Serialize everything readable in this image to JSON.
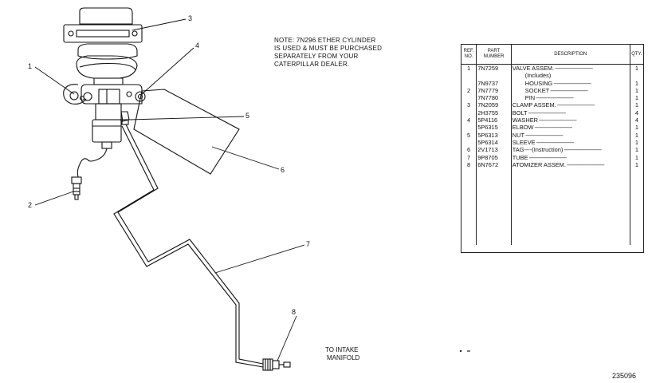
{
  "note": {
    "lines": [
      "NOTE: 7N296 ETHER CYLINDER",
      "IS USED & MUST BE PURCHASED",
      "SEPARATELY FROM YOUR",
      "CATERPILLAR DEALER."
    ]
  },
  "callouts": [
    "1",
    "2",
    "3",
    "4",
    "5",
    "6",
    "7",
    "8"
  ],
  "intake_label": [
    "TO INTAKE",
    "MANIFOLD"
  ],
  "drawing_number": "235096",
  "parts_table": {
    "headers": {
      "ref": "REF. NO.",
      "part": "PART NUMBER",
      "description": "DESCRIPTION",
      "qty": "QTY."
    },
    "rows": [
      {
        "ref": "1",
        "part": "7N7259",
        "desc": "VALVE ASSEM.",
        "indent": 0,
        "qty": "1"
      },
      {
        "ref": "",
        "part": "",
        "desc": "(Includes)",
        "indent": 2,
        "qty": ""
      },
      {
        "ref": "",
        "part": "7N9737",
        "desc": "HOUSING",
        "indent": 2,
        "qty": "1"
      },
      {
        "ref": "2",
        "part": "7N7779",
        "desc": "SOCKET",
        "indent": 2,
        "qty": "1"
      },
      {
        "ref": "",
        "part": "7N7780",
        "desc": "PIN",
        "indent": 2,
        "qty": "1"
      },
      {
        "ref": "3",
        "part": "7N2059",
        "desc": "CLAMP ASSEM.",
        "indent": 0,
        "qty": "1"
      },
      {
        "ref": "",
        "part": "2H3755",
        "desc": "BOLT",
        "indent": 0,
        "qty": "4"
      },
      {
        "ref": "4",
        "part": "5P4116",
        "desc": "WASHER",
        "indent": 0,
        "qty": "4"
      },
      {
        "ref": "",
        "part": "5P6315",
        "desc": "ELBOW",
        "indent": 0,
        "qty": "1"
      },
      {
        "ref": "5",
        "part": "5P6313",
        "desc": "NUT",
        "indent": 0,
        "qty": "1"
      },
      {
        "ref": "",
        "part": "5P6314",
        "desc": "SLEEVE",
        "indent": 0,
        "qty": "1"
      },
      {
        "ref": "6",
        "part": "2V1713",
        "desc": "TAG----(Instruction)",
        "indent": 0,
        "qty": "1"
      },
      {
        "ref": "7",
        "part": "9P8705",
        "desc": "TUBE",
        "indent": 0,
        "qty": "1"
      },
      {
        "ref": "8",
        "part": "6N7672",
        "desc": "ATOMIZER ASSEM.",
        "indent": 0,
        "qty": "1"
      }
    ]
  }
}
